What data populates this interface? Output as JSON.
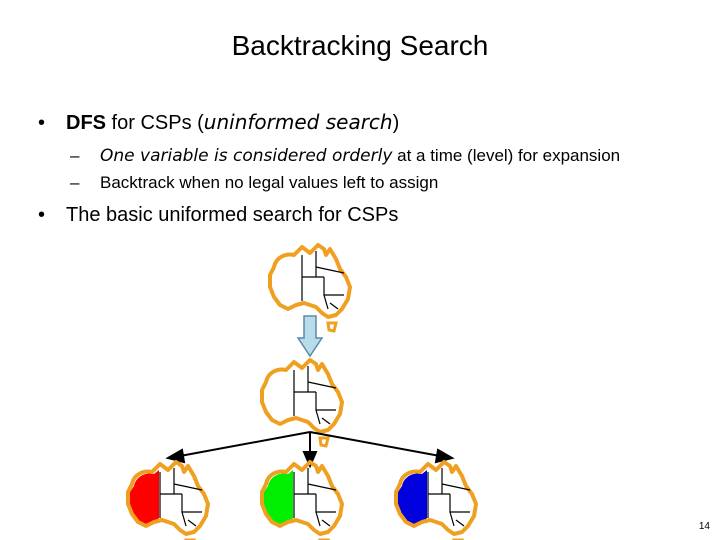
{
  "slide": {
    "title": "Backtracking Search",
    "page_number": "14"
  },
  "bullets": [
    {
      "marker": "•",
      "bold": "DFS",
      "text_a": " for CSPs (",
      "text_fancy": "uninformed search",
      "text_b": ")",
      "subs": [
        {
          "marker": "–",
          "text_fancy": "One variable is considered orderly",
          "text_b": " at a time (level) for expansion"
        },
        {
          "marker": "–",
          "text": "Backtrack when no legal values left to assign"
        }
      ]
    },
    {
      "marker": "•",
      "text": "The basic uniformed search for CSPs"
    }
  ],
  "colors": {
    "outline": "#f0a020",
    "region_line": "#000000",
    "arrow_fill": "#b8dcea",
    "arrow_stroke": "#5a8aaa",
    "child_left": "#ff0000",
    "child_middle": "#00ee00",
    "child_right": "#0000dd"
  },
  "icons": {
    "map": "australia-map-icon",
    "expand_arrow": "down-arrow-icon"
  }
}
